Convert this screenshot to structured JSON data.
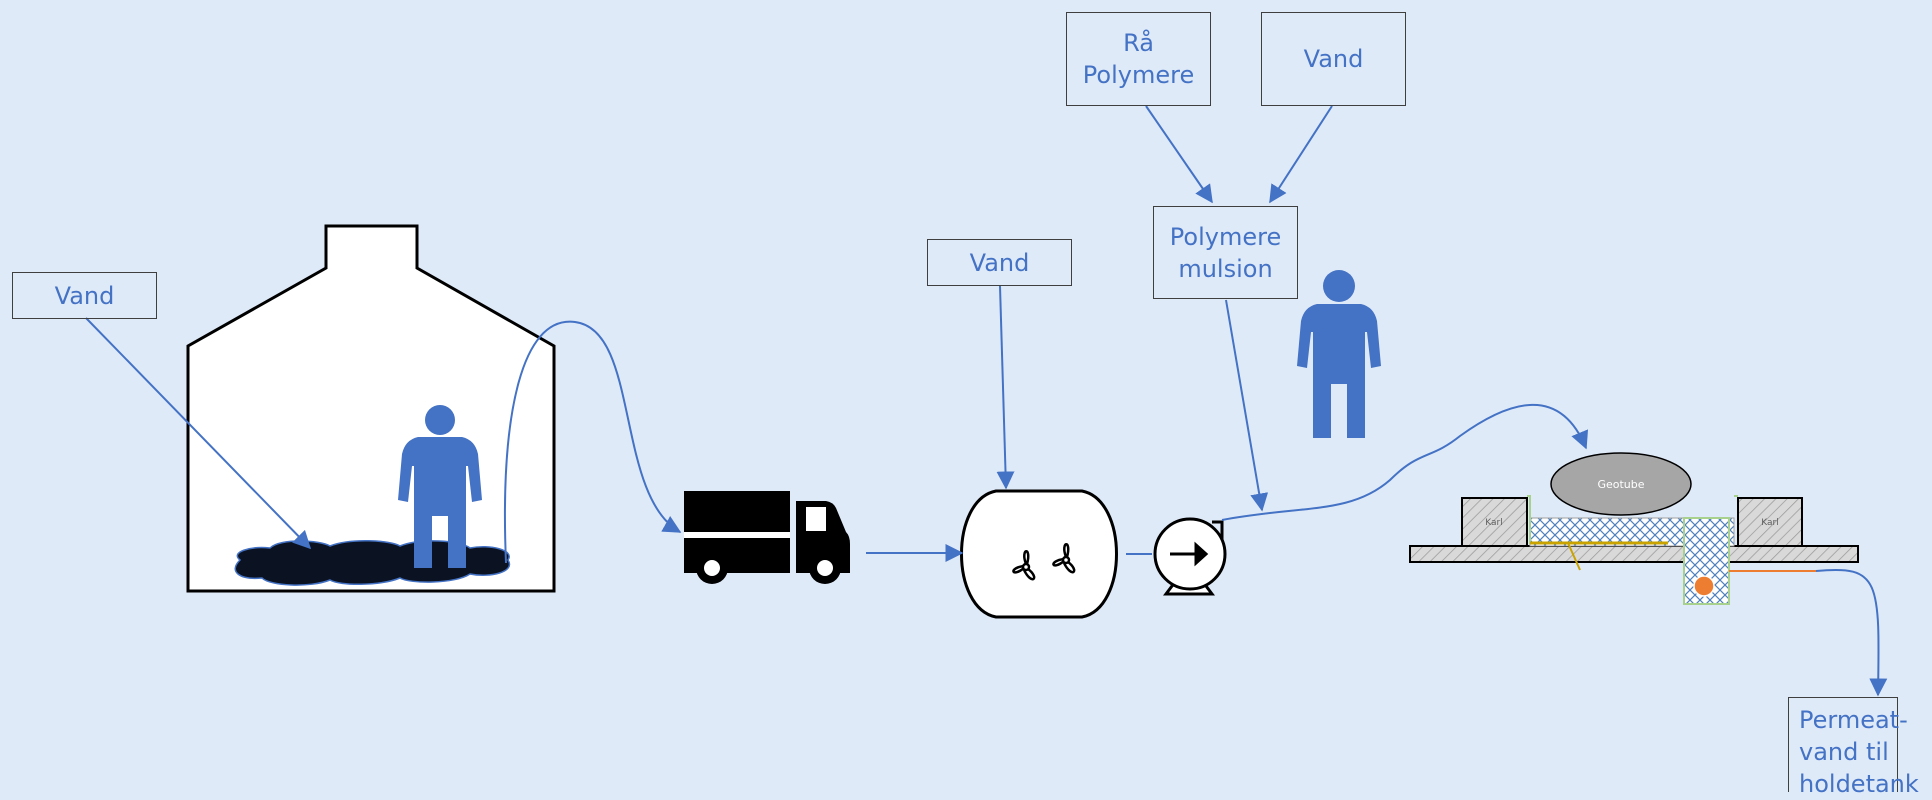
{
  "labels": {
    "vand_left": "Vand",
    "vand_center": "Vand",
    "raa_polymere": "Rå\nPolymere",
    "vand_top": "Vand",
    "polymer_emulsion": "Polymere\nmulsion",
    "permeat": "Permeat-\nvand til\nholdetank"
  },
  "bed": {
    "geotube": "Geotube",
    "karl_left": "Karl",
    "karl_right": "Karl"
  },
  "colors": {
    "background": "#dfeaf9",
    "text_blue": "#4472c4",
    "arrow_blue": "#4472c4",
    "person_blue": "#4472c4",
    "outline": "#000000",
    "bed_gray": "#d6d6d6",
    "geotube_gray": "#a6a6a6",
    "mesh_blue": "#4f81bd",
    "pump_valve_orange": "#ed7d31",
    "drain_green": "#a9d18e"
  },
  "icons": [
    "building-icon",
    "person-icon",
    "spill-puddle-icon",
    "truck-icon",
    "mixing-tank-icon",
    "pump-icon",
    "geotube-bed-icon"
  ]
}
